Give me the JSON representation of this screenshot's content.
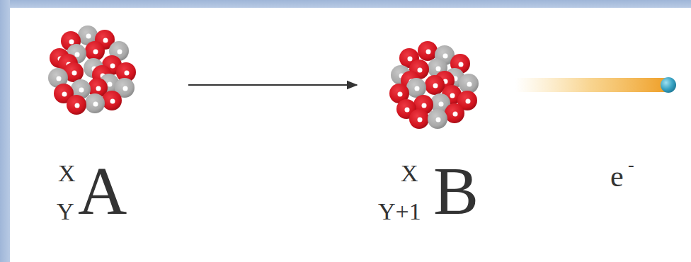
{
  "diagram": {
    "labels": [
      "X",
      "Y",
      "A",
      "X",
      "Y+1",
      "B",
      "e",
      "-"
    ]
  }
}
